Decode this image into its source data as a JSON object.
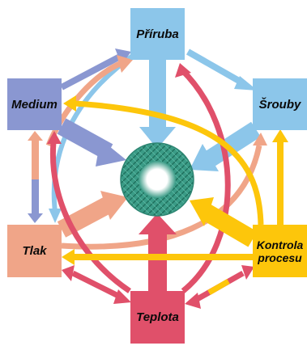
{
  "nodes": {
    "priruba": "Příruba",
    "medium": "Medium",
    "srouby": "Šrouby",
    "tlak": "Tlak",
    "kontrola_line1": "Kontrola",
    "kontrola_line2": "procesu",
    "teplota": "Teplota"
  },
  "colors": {
    "priruba": "#8cc6ea",
    "medium": "#8a97d1",
    "srouby": "#8cc6ea",
    "tlak": "#f0a588",
    "kontrola": "#fdc60b",
    "teplota": "#e0506a",
    "gasket": "#3a9b86"
  }
}
